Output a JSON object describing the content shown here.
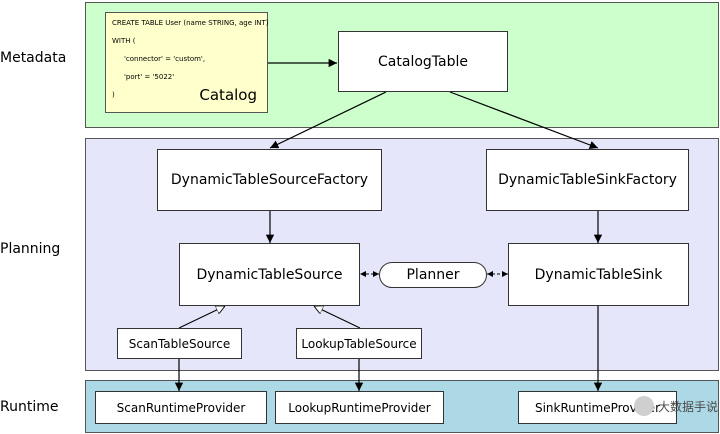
{
  "layers": {
    "metadata": "Metadata",
    "planning": "Planning",
    "runtime": "Runtime"
  },
  "colors": {
    "metadata_band": "#ccffcc",
    "planning_band": "#e6e6fa",
    "runtime_band": "#add8e6",
    "catalog_note": "#ffffcc"
  },
  "catalog_note": {
    "lines": [
      "CREATE TABLE User (name STRING, age INT)",
      "WITH (",
      "'connector' = 'custom',",
      "'port' = '5022'",
      ")"
    ],
    "name": "Catalog"
  },
  "boxes": {
    "catalog_table": "CatalogTable",
    "source_factory": "DynamicTableSourceFactory",
    "sink_factory": "DynamicTableSinkFactory",
    "source": "DynamicTableSource",
    "sink": "DynamicTableSink",
    "planner": "Planner",
    "scan_source": "ScanTableSource",
    "lookup_source": "LookupTableSource",
    "scan_provider": "ScanRuntimeProvider",
    "lookup_provider": "LookupRuntimeProvider",
    "sink_provider": "SinkRuntimeProvider"
  },
  "watermark": "大数据手说"
}
